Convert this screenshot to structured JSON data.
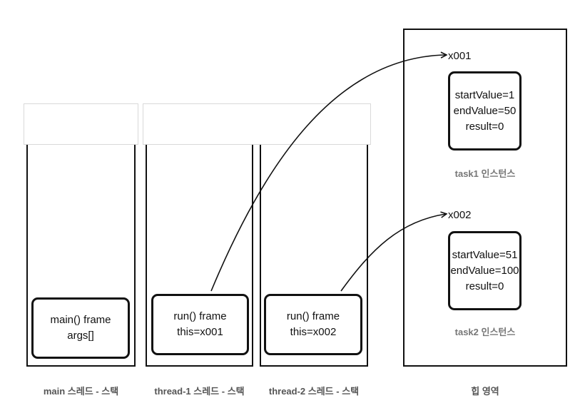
{
  "stacks": [
    {
      "label": "main 스레드 - 스택",
      "frame_lines": [
        "main() frame",
        "args[]"
      ]
    },
    {
      "label": "thread-1 스레드 - 스택",
      "frame_lines": [
        "run() frame",
        "this=x001"
      ]
    },
    {
      "label": "thread-2 스레드 - 스택",
      "frame_lines": [
        "run() frame",
        "this=x002"
      ]
    }
  ],
  "heap": {
    "label": "힙 영역",
    "instances": [
      {
        "address": "x001",
        "fields": [
          "startValue=1",
          "endValue=50",
          "result=0"
        ],
        "caption": "task1 인스턴스"
      },
      {
        "address": "x002",
        "fields": [
          "startValue=51",
          "endValue=100",
          "result=0"
        ],
        "caption": "task2 인스턴스"
      }
    ]
  },
  "colors": {
    "line": "#111111",
    "caption": "#777777",
    "stack_top_border": "#d9d9d9"
  }
}
